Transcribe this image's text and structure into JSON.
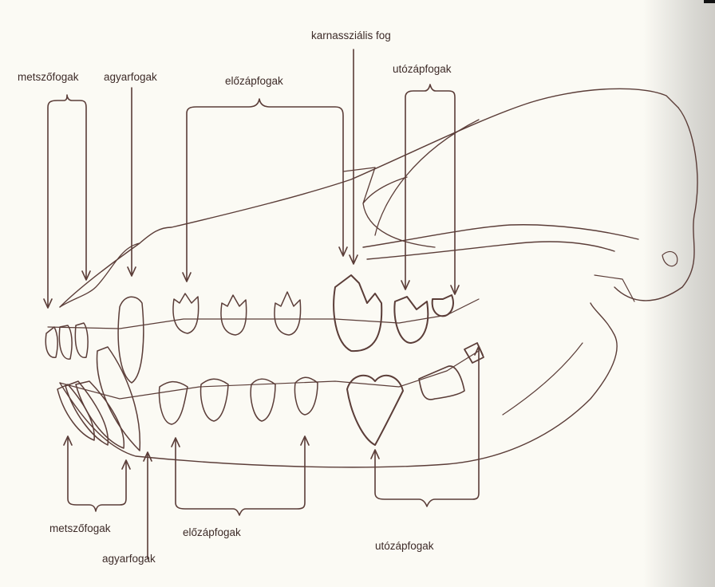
{
  "colors": {
    "line": "#5b3d38",
    "text": "#3d2b28",
    "paper": "#fbfaf4"
  },
  "upper_labels": {
    "incisors": "metszőfogak",
    "canines": "agyarfogak",
    "premolars": "előzápfogak",
    "carnassial": "karnassziális fog",
    "molars": "utózápfogak"
  },
  "lower_labels": {
    "incisors": "metszőfogak",
    "canines": "agyarfogak",
    "premolars": "előzápfogak",
    "molars": "utózápfogak"
  }
}
